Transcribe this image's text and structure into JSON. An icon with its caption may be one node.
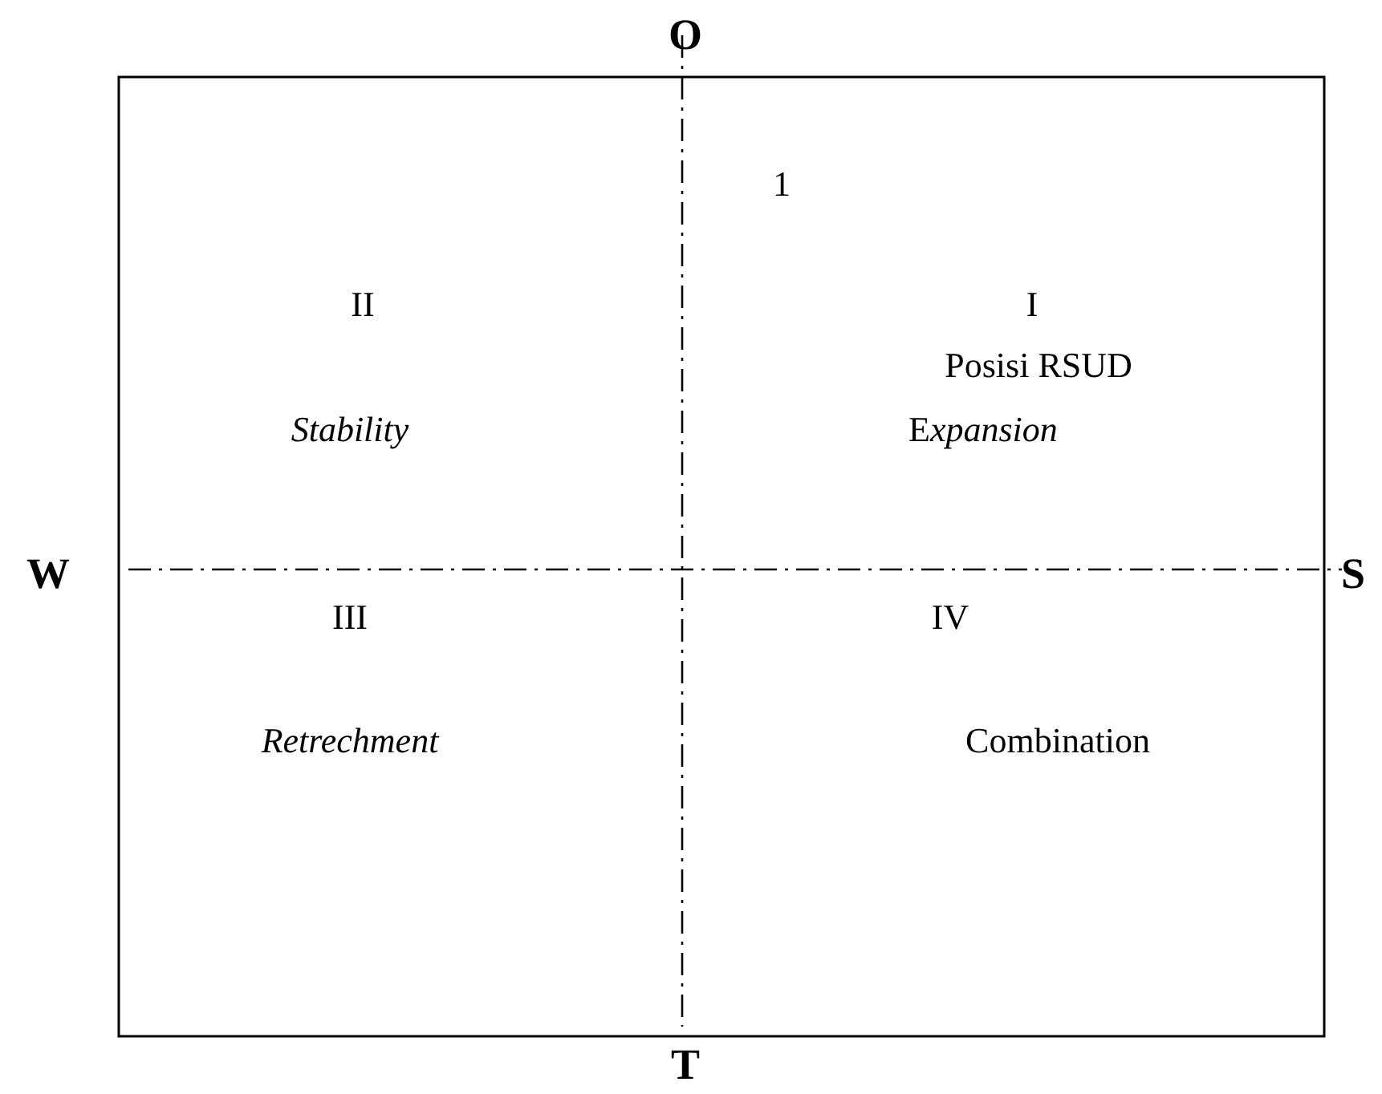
{
  "diagram": {
    "labels": [
      "O",
      "1",
      "II",
      "Stability",
      "I",
      "Posisi RSUD",
      "Expansion",
      "W",
      "S",
      "III",
      "IV",
      "Retrechment",
      "Combination",
      "T"
    ]
  }
}
